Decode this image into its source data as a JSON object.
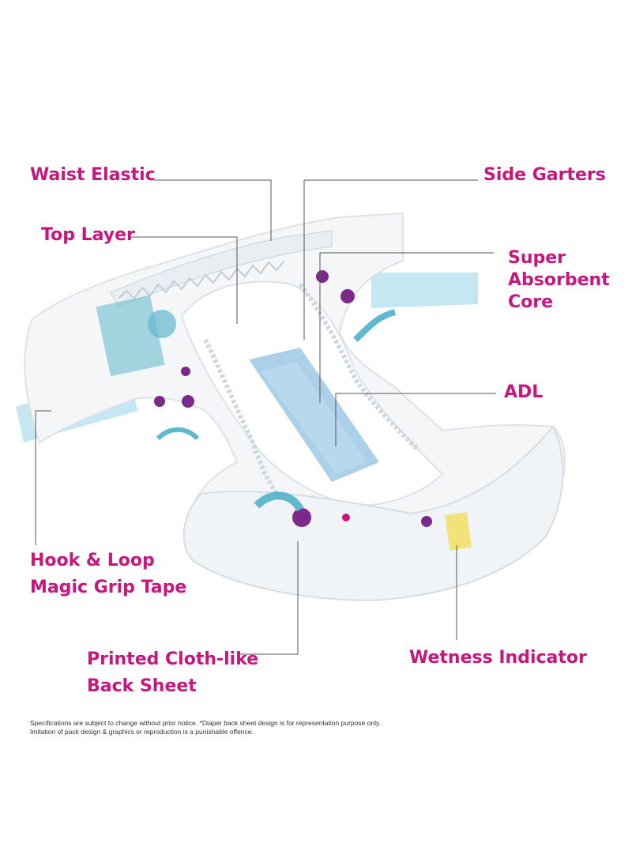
{
  "colors": {
    "label": "#c8167f",
    "leader_line": "#555555",
    "diaper_white": "#f4f6f8",
    "diaper_shadow": "#dde3e8",
    "tape_blue": "#bfe4f0",
    "core_blue": "#9cc8e4",
    "print_teal": "#5fb8cc",
    "print_purple": "#7b2a8a",
    "indicator_yellow": "#f2e27a"
  },
  "labels": {
    "waist_elastic": "Waist Elastic",
    "side_garters": "Side Garters",
    "top_layer": "Top Layer",
    "super_absorbent": [
      "Super",
      "Absorbent",
      "Core"
    ],
    "adl": "ADL",
    "hook_loop": [
      "Hook & Loop",
      "Magic Grip Tape"
    ],
    "printed_back": [
      "Printed Cloth-like",
      "Back Sheet"
    ],
    "wetness_indicator": "Wetness Indicator"
  },
  "disclaimer": [
    "Specifications are subject to change without prior notice. *Diaper back sheet design is for representation purpose only.",
    "Imitation of pack design & graphics or reproduction is a punishable offence."
  ]
}
